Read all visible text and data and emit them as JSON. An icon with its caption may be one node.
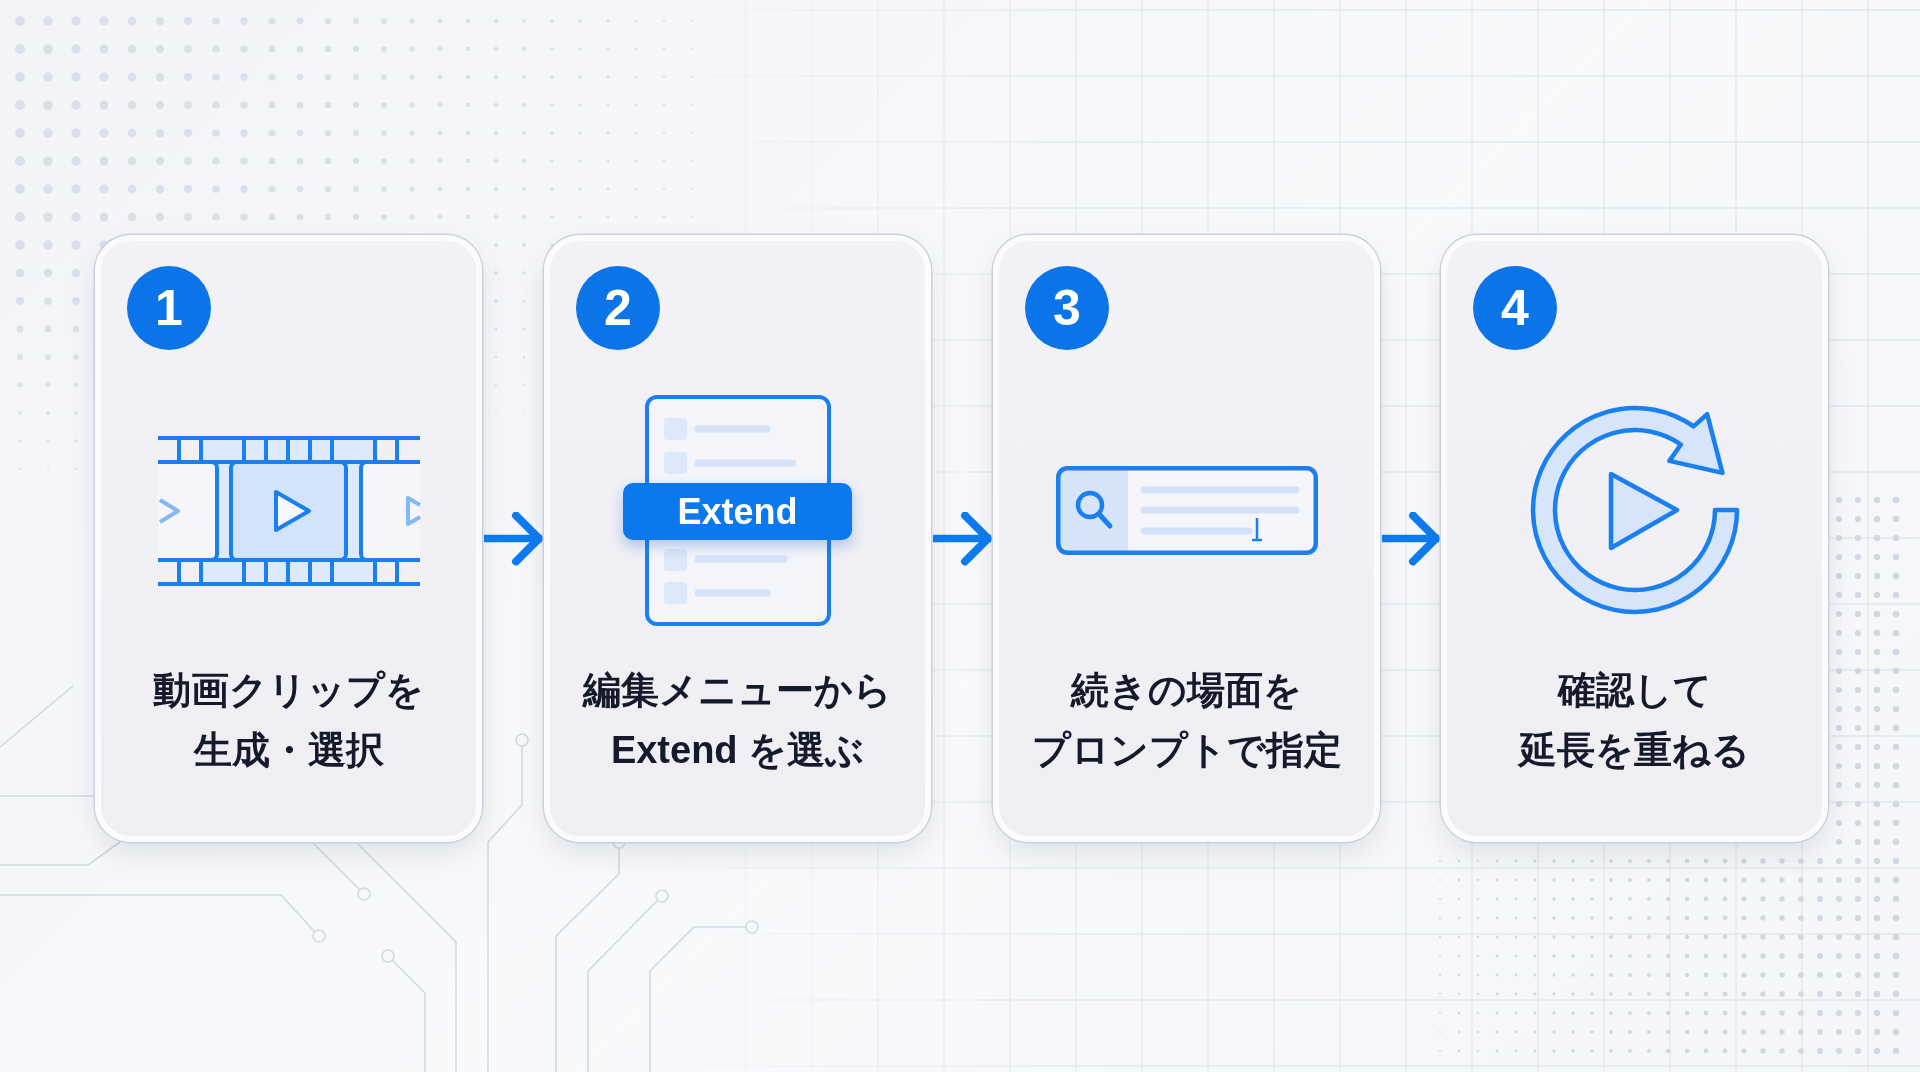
{
  "diagram": {
    "nodes": [
      {
        "text": [
          "1",
          "動画クリップを生成・選択"
        ]
      },
      {
        "text": [
          "2",
          "編集メニューからExtend を選ぶ"
        ]
      },
      {
        "text": [
          "Extend"
        ],
        "in": 1
      },
      {
        "text": [
          "3",
          "続きの場面をプロンプトで指定"
        ]
      },
      {
        "text": [
          "4",
          "確認して延長を重ねる"
        ]
      }
    ],
    "edges": [
      {
        "from": 0,
        "to": 1,
        "arrow": "to"
      },
      {
        "from": 1,
        "to": 3,
        "arrow": "to"
      },
      {
        "from": 3,
        "to": 4,
        "arrow": "to"
      }
    ]
  }
}
